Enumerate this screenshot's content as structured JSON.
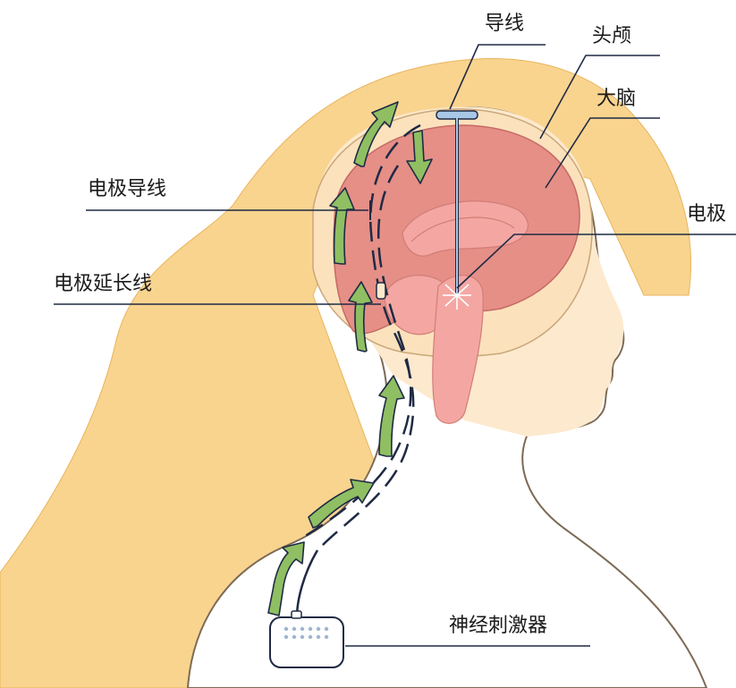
{
  "labels": {
    "lead": "导线",
    "skull": "头颅",
    "brain": "大脑",
    "electrode_lead": "电极导线",
    "electrode": "电极",
    "extension_wire": "电极延长线",
    "stimulator": "神经刺激器"
  },
  "colors": {
    "hair": "#f9d48f",
    "skin": "#fde9cd",
    "skull": "#fbe2bd",
    "brain": "#e58f87",
    "brain_inner": "#f4a7a2",
    "arrow": "#8fbf62",
    "outline": "#1f2a44"
  }
}
